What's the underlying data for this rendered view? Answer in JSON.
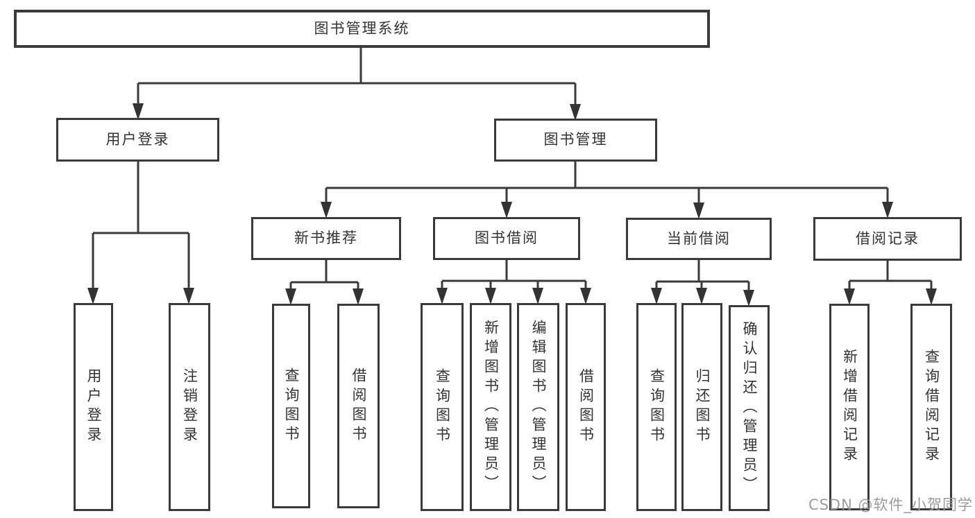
{
  "diagram": {
    "colors": {
      "line": "#3a3a3a",
      "arrow": "#333333",
      "box_border": "#3a3a3a",
      "text": "#333333",
      "background": "#ffffff",
      "watermark": "#9b9b9b"
    },
    "watermark": "CSDN @软件_小贺同学",
    "root": {
      "label": "图书管理系统"
    },
    "level2": {
      "user_login": {
        "label": "用户登录"
      },
      "book_management": {
        "label": "图书管理"
      }
    },
    "level3": {
      "new_book_recommend": {
        "label": "新书推荐"
      },
      "book_borrowing": {
        "label": "图书借阅"
      },
      "current_borrowing": {
        "label": "当前借阅"
      },
      "borrowing_records": {
        "label": "借阅记录"
      }
    },
    "level4": {
      "ul_user_login": {
        "label": "用户登录"
      },
      "ul_logout": {
        "label": "注销登录"
      },
      "nb_query_books": {
        "label": "查询图书"
      },
      "nb_borrow_books": {
        "label": "借阅图书"
      },
      "bb_query_books": {
        "label": "查询图书"
      },
      "bb_add_books": {
        "label": "新增图书（管理员）"
      },
      "bb_edit_books": {
        "label": "编辑图书（管理员）"
      },
      "bb_borrow_books": {
        "label": "借阅图书"
      },
      "cb_query_books": {
        "label": "查询图书"
      },
      "cb_return_books": {
        "label": "归还图书"
      },
      "cb_confirm_return": {
        "label": "确认归还（管理员）"
      },
      "br_add_record": {
        "label": "新增借阅记录"
      },
      "br_query_record": {
        "label": "查询借阅记录"
      }
    },
    "tree": {
      "图书管理系统": {
        "用户登录": [
          "用户登录",
          "注销登录"
        ],
        "图书管理": {
          "新书推荐": [
            "查询图书",
            "借阅图书"
          ],
          "图书借阅": [
            "查询图书",
            "新增图书（管理员）",
            "编辑图书（管理员）",
            "借阅图书"
          ],
          "当前借阅": [
            "查询图书",
            "归还图书",
            "确认归还（管理员）"
          ],
          "借阅记录": [
            "新增借阅记录",
            "查询借阅记录"
          ]
        }
      }
    }
  }
}
